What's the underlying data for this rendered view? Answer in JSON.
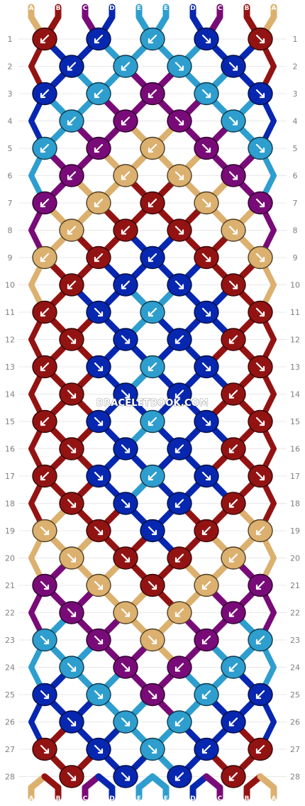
{
  "watermark": "BRACELETBOOK.COM",
  "colors": {
    "A": "#dcb06e",
    "B": "#931313",
    "C": "#790b78",
    "D": "#0727b0",
    "E": "#2e9ecf"
  },
  "top_strands": [
    "A",
    "B",
    "C",
    "D",
    "E",
    "E",
    "D",
    "C",
    "B",
    "A"
  ],
  "bottom_strands": [
    "A",
    "B",
    "C",
    "D",
    "E",
    "E",
    "D",
    "C",
    "B",
    "A"
  ],
  "rows": [
    {
      "n": 1,
      "knots": [
        {
          "c": "B",
          "d": "L"
        },
        {
          "c": "D",
          "d": "L"
        },
        {
          "c": "E",
          "d": "L"
        },
        {
          "c": "D",
          "d": "R"
        },
        {
          "c": "B",
          "d": "R"
        }
      ]
    },
    {
      "n": 2,
      "knots": [
        {
          "c": "D",
          "d": "L"
        },
        {
          "c": "E",
          "d": "L"
        },
        {
          "c": "E",
          "d": "R"
        },
        {
          "c": "D",
          "d": "R"
        }
      ]
    },
    {
      "n": 3,
      "knots": [
        {
          "c": "D",
          "d": "L"
        },
        {
          "c": "E",
          "d": "L"
        },
        {
          "c": "C",
          "d": "L"
        },
        {
          "c": "E",
          "d": "R"
        },
        {
          "c": "D",
          "d": "R"
        }
      ]
    },
    {
      "n": 4,
      "knots": [
        {
          "c": "E",
          "d": "L"
        },
        {
          "c": "C",
          "d": "L"
        },
        {
          "c": "C",
          "d": "R"
        },
        {
          "c": "E",
          "d": "R"
        }
      ]
    },
    {
      "n": 5,
      "knots": [
        {
          "c": "E",
          "d": "L"
        },
        {
          "c": "C",
          "d": "L"
        },
        {
          "c": "A",
          "d": "L"
        },
        {
          "c": "C",
          "d": "R"
        },
        {
          "c": "E",
          "d": "R"
        }
      ]
    },
    {
      "n": 6,
      "knots": [
        {
          "c": "C",
          "d": "L"
        },
        {
          "c": "A",
          "d": "L"
        },
        {
          "c": "A",
          "d": "R"
        },
        {
          "c": "C",
          "d": "R"
        }
      ]
    },
    {
      "n": 7,
      "knots": [
        {
          "c": "C",
          "d": "L"
        },
        {
          "c": "A",
          "d": "L"
        },
        {
          "c": "B",
          "d": "L"
        },
        {
          "c": "A",
          "d": "R"
        },
        {
          "c": "C",
          "d": "R"
        }
      ]
    },
    {
      "n": 8,
      "knots": [
        {
          "c": "A",
          "d": "L"
        },
        {
          "c": "B",
          "d": "L"
        },
        {
          "c": "B",
          "d": "R"
        },
        {
          "c": "A",
          "d": "R"
        }
      ]
    },
    {
      "n": 9,
      "knots": [
        {
          "c": "A",
          "d": "L"
        },
        {
          "c": "B",
          "d": "L"
        },
        {
          "c": "D",
          "d": "L"
        },
        {
          "c": "B",
          "d": "R"
        },
        {
          "c": "A",
          "d": "R"
        }
      ]
    },
    {
      "n": 10,
      "knots": [
        {
          "c": "B",
          "d": "L"
        },
        {
          "c": "D",
          "d": "L"
        },
        {
          "c": "D",
          "d": "R"
        },
        {
          "c": "B",
          "d": "R"
        }
      ]
    },
    {
      "n": 11,
      "knots": [
        {
          "c": "B",
          "d": "L"
        },
        {
          "c": "D",
          "d": "R"
        },
        {
          "c": "E",
          "d": "L"
        },
        {
          "c": "D",
          "d": "R"
        },
        {
          "c": "B",
          "d": "R"
        }
      ]
    },
    {
      "n": 12,
      "knots": [
        {
          "c": "B",
          "d": "R"
        },
        {
          "c": "D",
          "d": "R"
        },
        {
          "c": "D",
          "d": "L"
        },
        {
          "c": "B",
          "d": "L"
        }
      ]
    },
    {
      "n": 13,
      "knots": [
        {
          "c": "B",
          "d": "L"
        },
        {
          "c": "D",
          "d": "R"
        },
        {
          "c": "E",
          "d": "L"
        },
        {
          "c": "D",
          "d": "R"
        },
        {
          "c": "B",
          "d": "R"
        }
      ]
    },
    {
      "n": 14,
      "knots": [
        {
          "c": "B",
          "d": "R"
        },
        {
          "c": "D",
          "d": "R"
        },
        {
          "c": "D",
          "d": "L"
        },
        {
          "c": "B",
          "d": "L"
        }
      ]
    },
    {
      "n": 15,
      "knots": [
        {
          "c": "B",
          "d": "L"
        },
        {
          "c": "D",
          "d": "R"
        },
        {
          "c": "E",
          "d": "L"
        },
        {
          "c": "D",
          "d": "R"
        },
        {
          "c": "B",
          "d": "R"
        }
      ]
    },
    {
      "n": 16,
      "knots": [
        {
          "c": "B",
          "d": "R"
        },
        {
          "c": "D",
          "d": "R"
        },
        {
          "c": "D",
          "d": "L"
        },
        {
          "c": "B",
          "d": "L"
        }
      ]
    },
    {
      "n": 17,
      "knots": [
        {
          "c": "B",
          "d": "L"
        },
        {
          "c": "D",
          "d": "R"
        },
        {
          "c": "E",
          "d": "L"
        },
        {
          "c": "D",
          "d": "R"
        },
        {
          "c": "B",
          "d": "R"
        }
      ]
    },
    {
      "n": 18,
      "knots": [
        {
          "c": "B",
          "d": "R"
        },
        {
          "c": "D",
          "d": "R"
        },
        {
          "c": "D",
          "d": "L"
        },
        {
          "c": "B",
          "d": "L"
        }
      ]
    },
    {
      "n": 19,
      "knots": [
        {
          "c": "A",
          "d": "R"
        },
        {
          "c": "B",
          "d": "R"
        },
        {
          "c": "D",
          "d": "R"
        },
        {
          "c": "B",
          "d": "L"
        },
        {
          "c": "A",
          "d": "L"
        }
      ]
    },
    {
      "n": 20,
      "knots": [
        {
          "c": "A",
          "d": "R"
        },
        {
          "c": "B",
          "d": "R"
        },
        {
          "c": "B",
          "d": "L"
        },
        {
          "c": "A",
          "d": "L"
        }
      ]
    },
    {
      "n": 21,
      "knots": [
        {
          "c": "C",
          "d": "R"
        },
        {
          "c": "A",
          "d": "R"
        },
        {
          "c": "B",
          "d": "R"
        },
        {
          "c": "A",
          "d": "L"
        },
        {
          "c": "C",
          "d": "L"
        }
      ]
    },
    {
      "n": 22,
      "knots": [
        {
          "c": "C",
          "d": "R"
        },
        {
          "c": "A",
          "d": "R"
        },
        {
          "c": "A",
          "d": "L"
        },
        {
          "c": "C",
          "d": "L"
        }
      ]
    },
    {
      "n": 23,
      "knots": [
        {
          "c": "E",
          "d": "R"
        },
        {
          "c": "C",
          "d": "R"
        },
        {
          "c": "A",
          "d": "R"
        },
        {
          "c": "C",
          "d": "L"
        },
        {
          "c": "E",
          "d": "L"
        }
      ]
    },
    {
      "n": 24,
      "knots": [
        {
          "c": "E",
          "d": "R"
        },
        {
          "c": "C",
          "d": "R"
        },
        {
          "c": "C",
          "d": "L"
        },
        {
          "c": "E",
          "d": "L"
        }
      ]
    },
    {
      "n": 25,
      "knots": [
        {
          "c": "D",
          "d": "R"
        },
        {
          "c": "E",
          "d": "R"
        },
        {
          "c": "C",
          "d": "R"
        },
        {
          "c": "E",
          "d": "L"
        },
        {
          "c": "D",
          "d": "L"
        }
      ]
    },
    {
      "n": 26,
      "knots": [
        {
          "c": "D",
          "d": "R"
        },
        {
          "c": "E",
          "d": "R"
        },
        {
          "c": "E",
          "d": "L"
        },
        {
          "c": "D",
          "d": "L"
        }
      ]
    },
    {
      "n": 27,
      "knots": [
        {
          "c": "B",
          "d": "R"
        },
        {
          "c": "D",
          "d": "R"
        },
        {
          "c": "E",
          "d": "R"
        },
        {
          "c": "D",
          "d": "L"
        },
        {
          "c": "B",
          "d": "L"
        }
      ]
    },
    {
      "n": 28,
      "knots": [
        {
          "c": "B",
          "d": "R"
        },
        {
          "c": "D",
          "d": "R"
        },
        {
          "c": "D",
          "d": "L"
        },
        {
          "c": "B",
          "d": "L"
        }
      ]
    }
  ]
}
